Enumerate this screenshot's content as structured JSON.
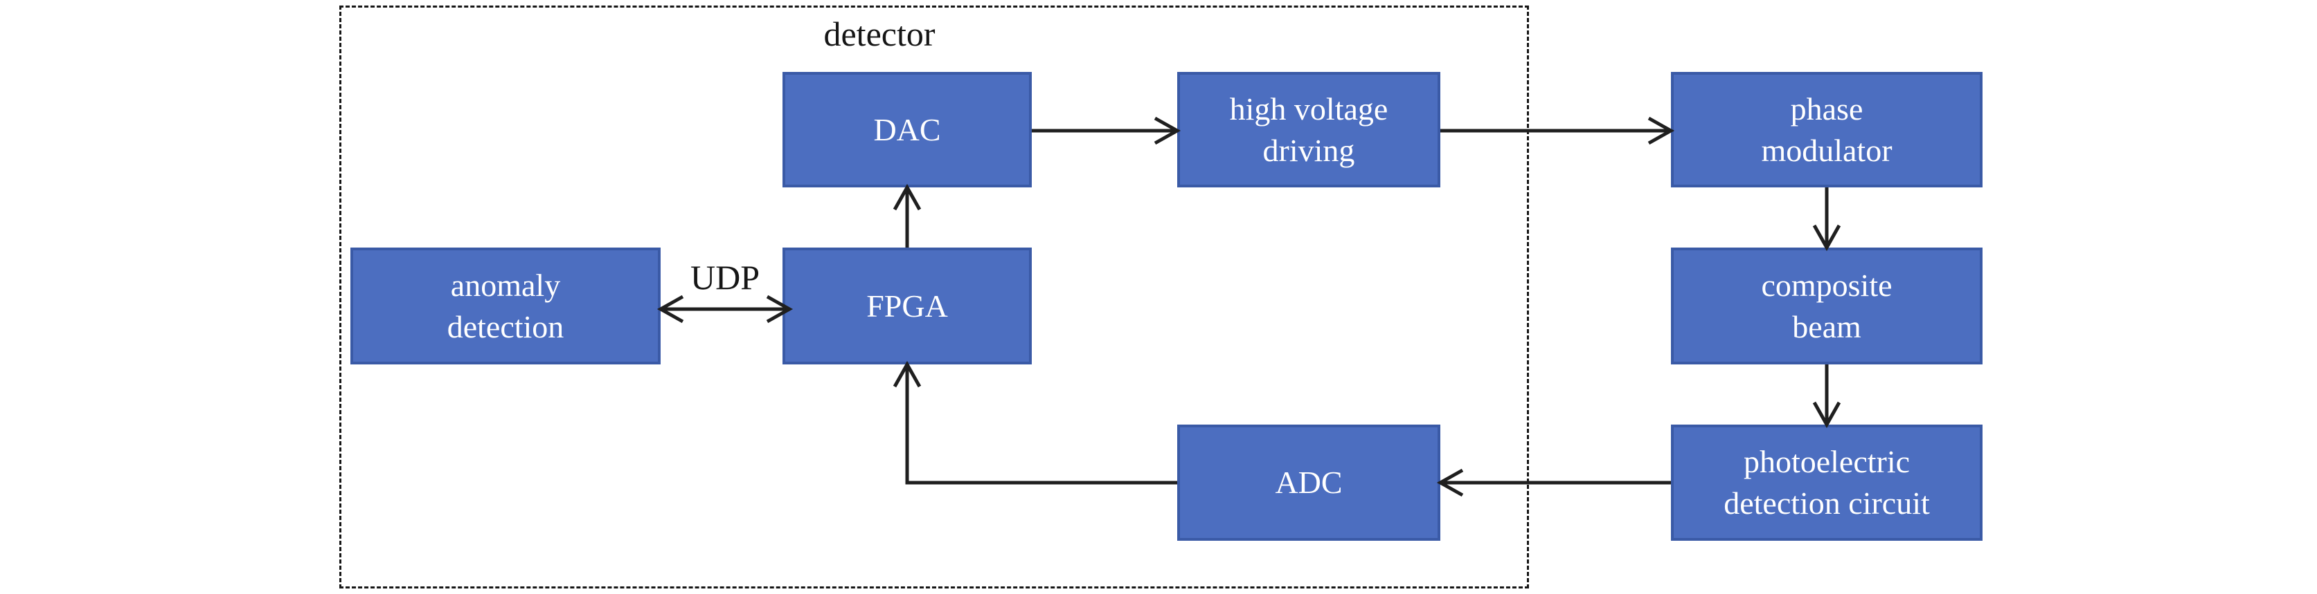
{
  "diagram": {
    "type": "block-diagram",
    "boundary_label": "detector",
    "labels": {
      "detector": "detector",
      "udp": "UDP"
    },
    "colors": {
      "background": "#ffffff",
      "box_fill": "#4c6ec0",
      "box_border": "#3a5aa6",
      "box_text": "#ffffff",
      "line": "#1f1f1f",
      "dashed_border": "#161616",
      "label_text": "#161616"
    },
    "boxes": {
      "dac": {
        "label": "DAC",
        "line1": "DAC",
        "line2": ""
      },
      "high_voltage_driving": {
        "label": "high voltage driving",
        "line1": "high voltage",
        "line2": "driving"
      },
      "phase_modulator": {
        "label": "phase modulator",
        "line1": "phase",
        "line2": "modulator"
      },
      "anomaly_detection": {
        "label": "anomaly detection",
        "line1": "anomaly",
        "line2": "detection"
      },
      "fpga": {
        "label": "FPGA",
        "line1": "FPGA",
        "line2": ""
      },
      "composite_beam": {
        "label": "composite beam",
        "line1": "composite",
        "line2": "beam"
      },
      "adc": {
        "label": "ADC",
        "line1": "ADC",
        "line2": ""
      },
      "photoelectric_detection_circuit": {
        "label": "photoelectric detection circuit",
        "line1": "photoelectric",
        "line2": "detection circuit"
      }
    },
    "connections": [
      {
        "from": "DAC",
        "to": "high voltage driving",
        "type": "arrow"
      },
      {
        "from": "high voltage driving",
        "to": "phase modulator",
        "type": "arrow"
      },
      {
        "from": "phase modulator",
        "to": "composite beam",
        "type": "arrow"
      },
      {
        "from": "composite beam",
        "to": "photoelectric detection circuit",
        "type": "arrow"
      },
      {
        "from": "photoelectric detection circuit",
        "to": "ADC",
        "type": "arrow"
      },
      {
        "from": "ADC",
        "to": "FPGA",
        "type": "elbow-arrow"
      },
      {
        "from": "FPGA",
        "to": "DAC",
        "type": "arrow"
      },
      {
        "from": "anomaly detection",
        "to": "FPGA",
        "type": "bidirectional-arrow",
        "label": "UDP"
      }
    ]
  }
}
